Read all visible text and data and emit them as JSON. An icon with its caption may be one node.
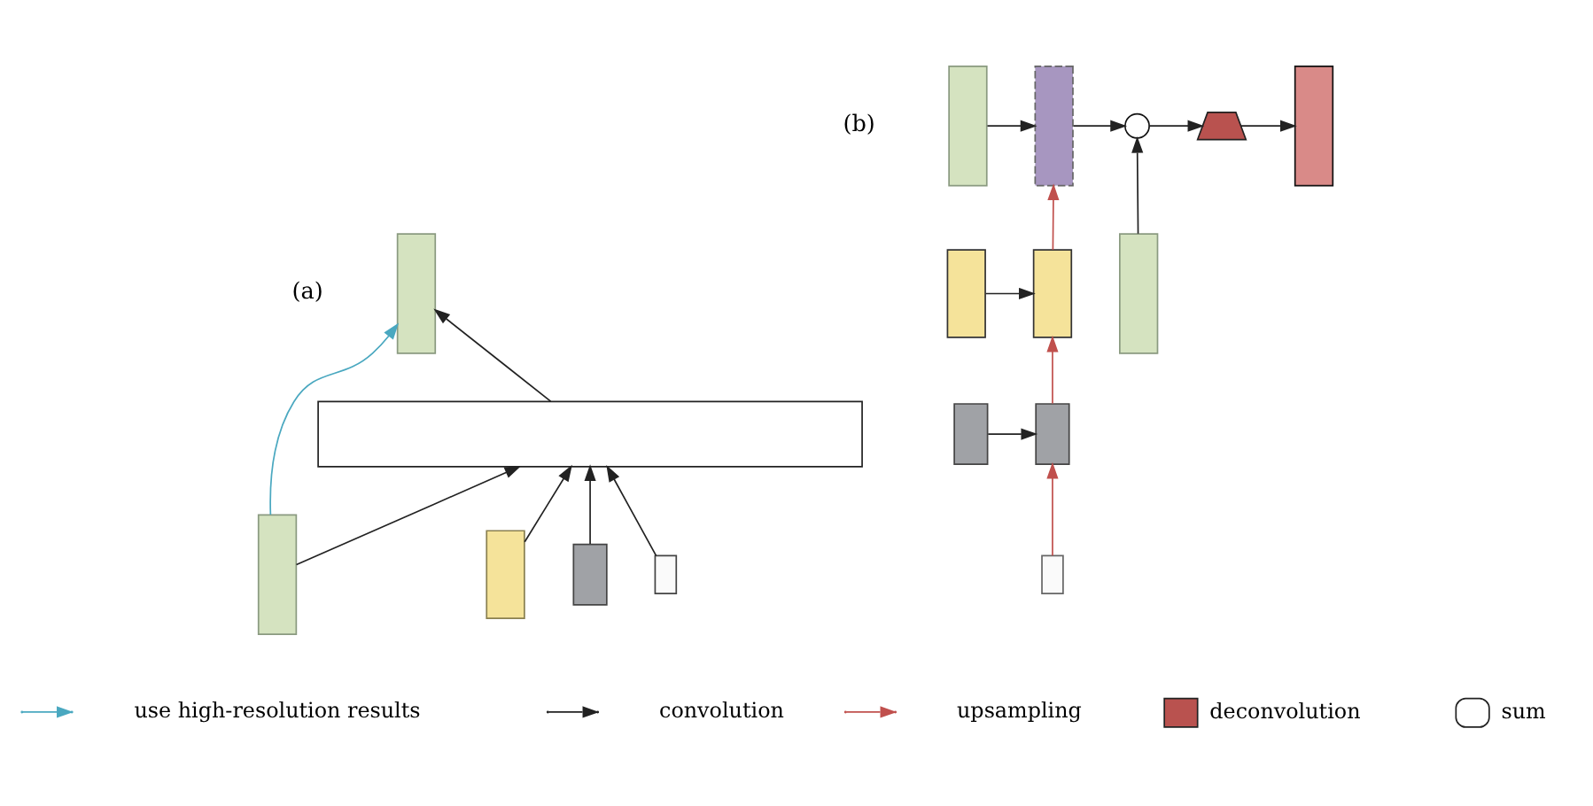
{
  "diagram": {
    "nodes": [
      {
        "text": [],
        "shape": "box"
      },
      {
        "text": [],
        "shape": "box"
      },
      {
        "text": [],
        "shape": "box"
      },
      {
        "text": [],
        "shape": "box"
      },
      {
        "text": [],
        "shape": "box"
      },
      {
        "text": [],
        "shape": "box"
      },
      {
        "text": [],
        "shape": "box"
      },
      {
        "text": [],
        "shape": "box"
      },
      {
        "text": [],
        "shape": "circle"
      },
      {
        "text": [],
        "shape": "trapezoid"
      },
      {
        "text": [],
        "shape": "box"
      },
      {
        "text": [],
        "shape": "box"
      },
      {
        "text": [],
        "shape": "box"
      },
      {
        "text": [],
        "shape": "box"
      },
      {
        "text": [],
        "shape": "box"
      },
      {
        "text": [],
        "shape": "box"
      },
      {
        "text": [],
        "shape": "box"
      }
    ],
    "edges": [
      {
        "from": 1,
        "to": 0,
        "arrow": "to"
      },
      {
        "from": 2,
        "to": 0,
        "arrow": "to",
        "color": "#4aa8c0"
      },
      {
        "from": 2,
        "to": 1,
        "arrow": "to"
      },
      {
        "from": 3,
        "to": 1,
        "arrow": "to"
      },
      {
        "from": 4,
        "to": 1,
        "arrow": "to"
      },
      {
        "from": 5,
        "to": 1,
        "arrow": "to"
      },
      {
        "from": 6,
        "to": 7,
        "arrow": "to"
      },
      {
        "from": 7,
        "to": 8,
        "arrow": "to"
      },
      {
        "from": 8,
        "to": 9,
        "arrow": "to"
      },
      {
        "from": 9,
        "to": 10,
        "arrow": "to"
      },
      {
        "from": 13,
        "to": 8,
        "arrow": "to"
      },
      {
        "from": 12,
        "to": 7,
        "arrow": "to",
        "color": "#c0504d"
      },
      {
        "from": 11,
        "to": 12,
        "arrow": "to"
      },
      {
        "from": 15,
        "to": 12,
        "arrow": "to",
        "color": "#c0504d"
      },
      {
        "from": 14,
        "to": 15,
        "arrow": "to"
      },
      {
        "from": 16,
        "to": 15,
        "arrow": "to",
        "color": "#c0504d"
      }
    ],
    "labels": [
      "(a)",
      "(b)"
    ],
    "legend": [
      {
        "text": "use high-resolution results"
      },
      {
        "text": "convolution"
      },
      {
        "text": "upsampling"
      },
      {
        "text": "deconvolution"
      },
      {
        "text": "sum"
      }
    ]
  }
}
